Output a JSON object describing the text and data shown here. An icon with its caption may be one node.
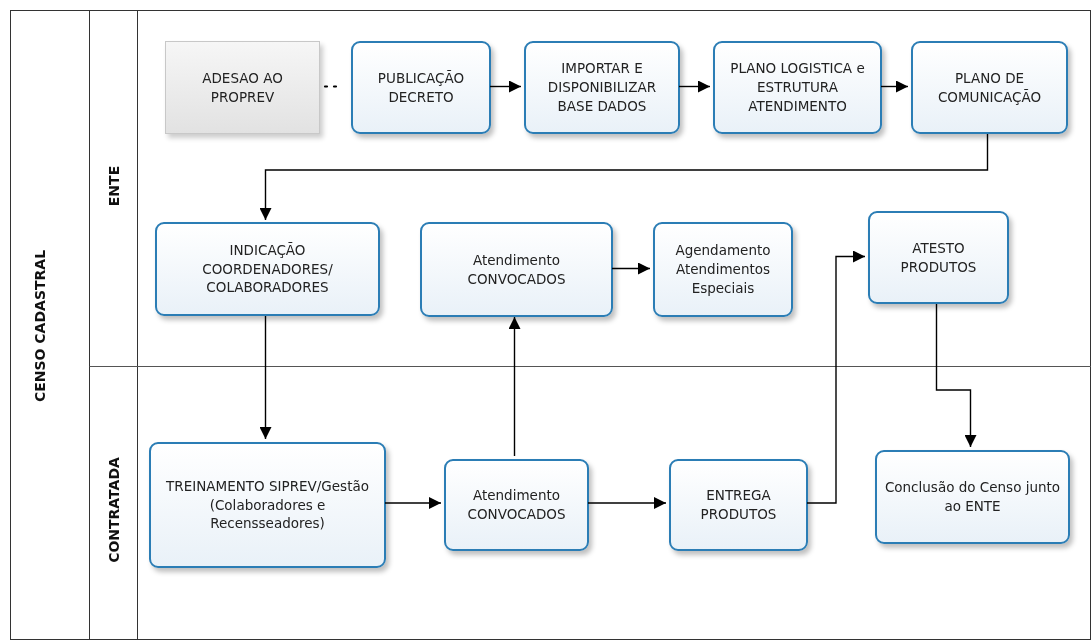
{
  "diagram": {
    "nodes": [
      {
        "text": [
          "CENSO CADASTRAL"
        ]
      },
      {
        "text": [
          "ENTE"
        ],
        "in": 0
      },
      {
        "text": [
          "CONTRATADA"
        ],
        "in": 0
      },
      {
        "text": [
          "ADESAO AO PROPREV"
        ],
        "in": 1
      },
      {
        "text": [
          "PUBLICAÇÃO DECRETO"
        ],
        "in": 1
      },
      {
        "text": [
          "IMPORTAR E DISPONIBILIZAR BASE DADOS"
        ],
        "in": 1
      },
      {
        "text": [
          "PLANO LOGISTICA e ESTRUTURA ATENDIMENTO"
        ],
        "in": 1
      },
      {
        "text": [
          "PLANO DE COMUNICAÇÃO"
        ],
        "in": 1
      },
      {
        "text": [
          "INDICAÇÃO COORDENADORES/ COLABORADORES"
        ],
        "in": 1
      },
      {
        "text": [
          "Atendimento CONVOCADOS"
        ],
        "in": 1
      },
      {
        "text": [
          "Agendamento Atendimentos Especiais"
        ],
        "in": 1
      },
      {
        "text": [
          "ATESTO PRODUTOS"
        ],
        "in": 1
      },
      {
        "text": [
          "TREINAMENTO SIPREV/Gestão (Colaboradores e Recensseadores)"
        ],
        "in": 2
      },
      {
        "text": [
          "Atendimento CONVOCADOS"
        ],
        "in": 2
      },
      {
        "text": [
          "ENTREGA PRODUTOS"
        ],
        "in": 2
      },
      {
        "text": [
          "Conclusão do Censo junto ao ENTE"
        ],
        "in": 2
      }
    ],
    "edges": [
      {
        "from": 3,
        "to": 4,
        "arrow": "none",
        "style": "dashed"
      },
      {
        "from": 4,
        "to": 5,
        "arrow": "to"
      },
      {
        "from": 5,
        "to": 6,
        "arrow": "to"
      },
      {
        "from": 6,
        "to": 7,
        "arrow": "to"
      },
      {
        "from": 7,
        "to": 8,
        "arrow": "to"
      },
      {
        "from": 8,
        "to": 12,
        "arrow": "to"
      },
      {
        "from": 12,
        "to": 13,
        "arrow": "to"
      },
      {
        "from": 13,
        "to": 14,
        "arrow": "to"
      },
      {
        "from": 13,
        "to": 9,
        "arrow": "to"
      },
      {
        "from": 9,
        "to": 10,
        "arrow": "to"
      },
      {
        "from": 14,
        "to": 11,
        "arrow": "to"
      },
      {
        "from": 11,
        "to": 15,
        "arrow": "to"
      }
    ]
  }
}
